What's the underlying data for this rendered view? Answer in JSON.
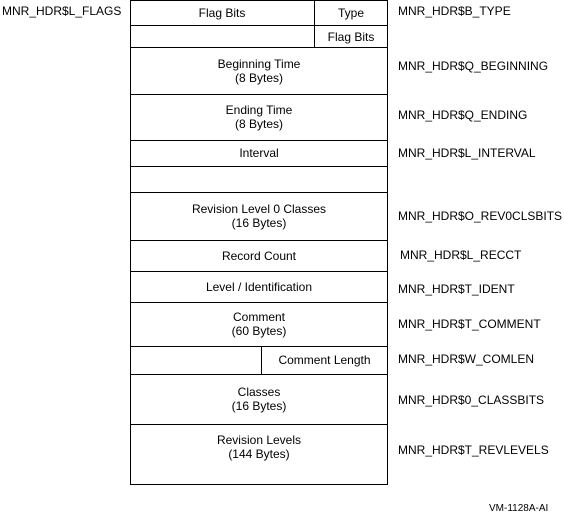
{
  "left_label": "MNR_HDR$L_FLAGS",
  "figure_id": "VM-1128A-AI",
  "fields": {
    "flag_bits": "Flag Bits",
    "type": "Type",
    "type_flag_bits": "Flag Bits",
    "beginning_time": [
      "Beginning Time",
      "(8 Bytes)"
    ],
    "ending_time": [
      "Ending Time",
      "(8 Bytes)"
    ],
    "interval": "Interval",
    "revision_level_0_classes": [
      "Revision Level 0 Classes",
      "(16 Bytes)"
    ],
    "record_count": "Record Count",
    "level_identification": "Level / Identification",
    "comment": [
      "Comment",
      "(60 Bytes)"
    ],
    "comment_length": "Comment Length",
    "classes": [
      "Classes",
      "(16 Bytes)"
    ],
    "revision_levels": [
      "Revision Levels",
      "(144 Bytes)"
    ]
  },
  "offset_labels": {
    "type": "MNR_HDR$B_TYPE",
    "beginning": "MNR_HDR$Q_BEGINNING",
    "ending": "MNR_HDR$Q_ENDING",
    "interval": "MNR_HDR$L_INTERVAL",
    "rev0clsbits": "MNR_HDR$O_REV0CLSBITS",
    "recct": "MNR_HDR$L_RECCT",
    "ident": "MNR_HDR$T_IDENT",
    "comment": "MNR_HDR$T_COMMENT",
    "comlen": "MNR_HDR$W_COMLEN",
    "classbits": "MNR_HDR$0_CLASSBITS",
    "revlevels": "MNR_HDR$T_REVLEVELS"
  }
}
